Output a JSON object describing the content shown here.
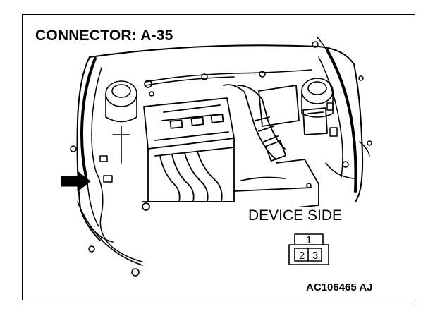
{
  "title": "CONNECTOR: A-35",
  "label": "DEVICE SIDE",
  "connector": {
    "pins": [
      "1",
      "2",
      "3"
    ]
  },
  "figure_code": "AC106465 AJ"
}
